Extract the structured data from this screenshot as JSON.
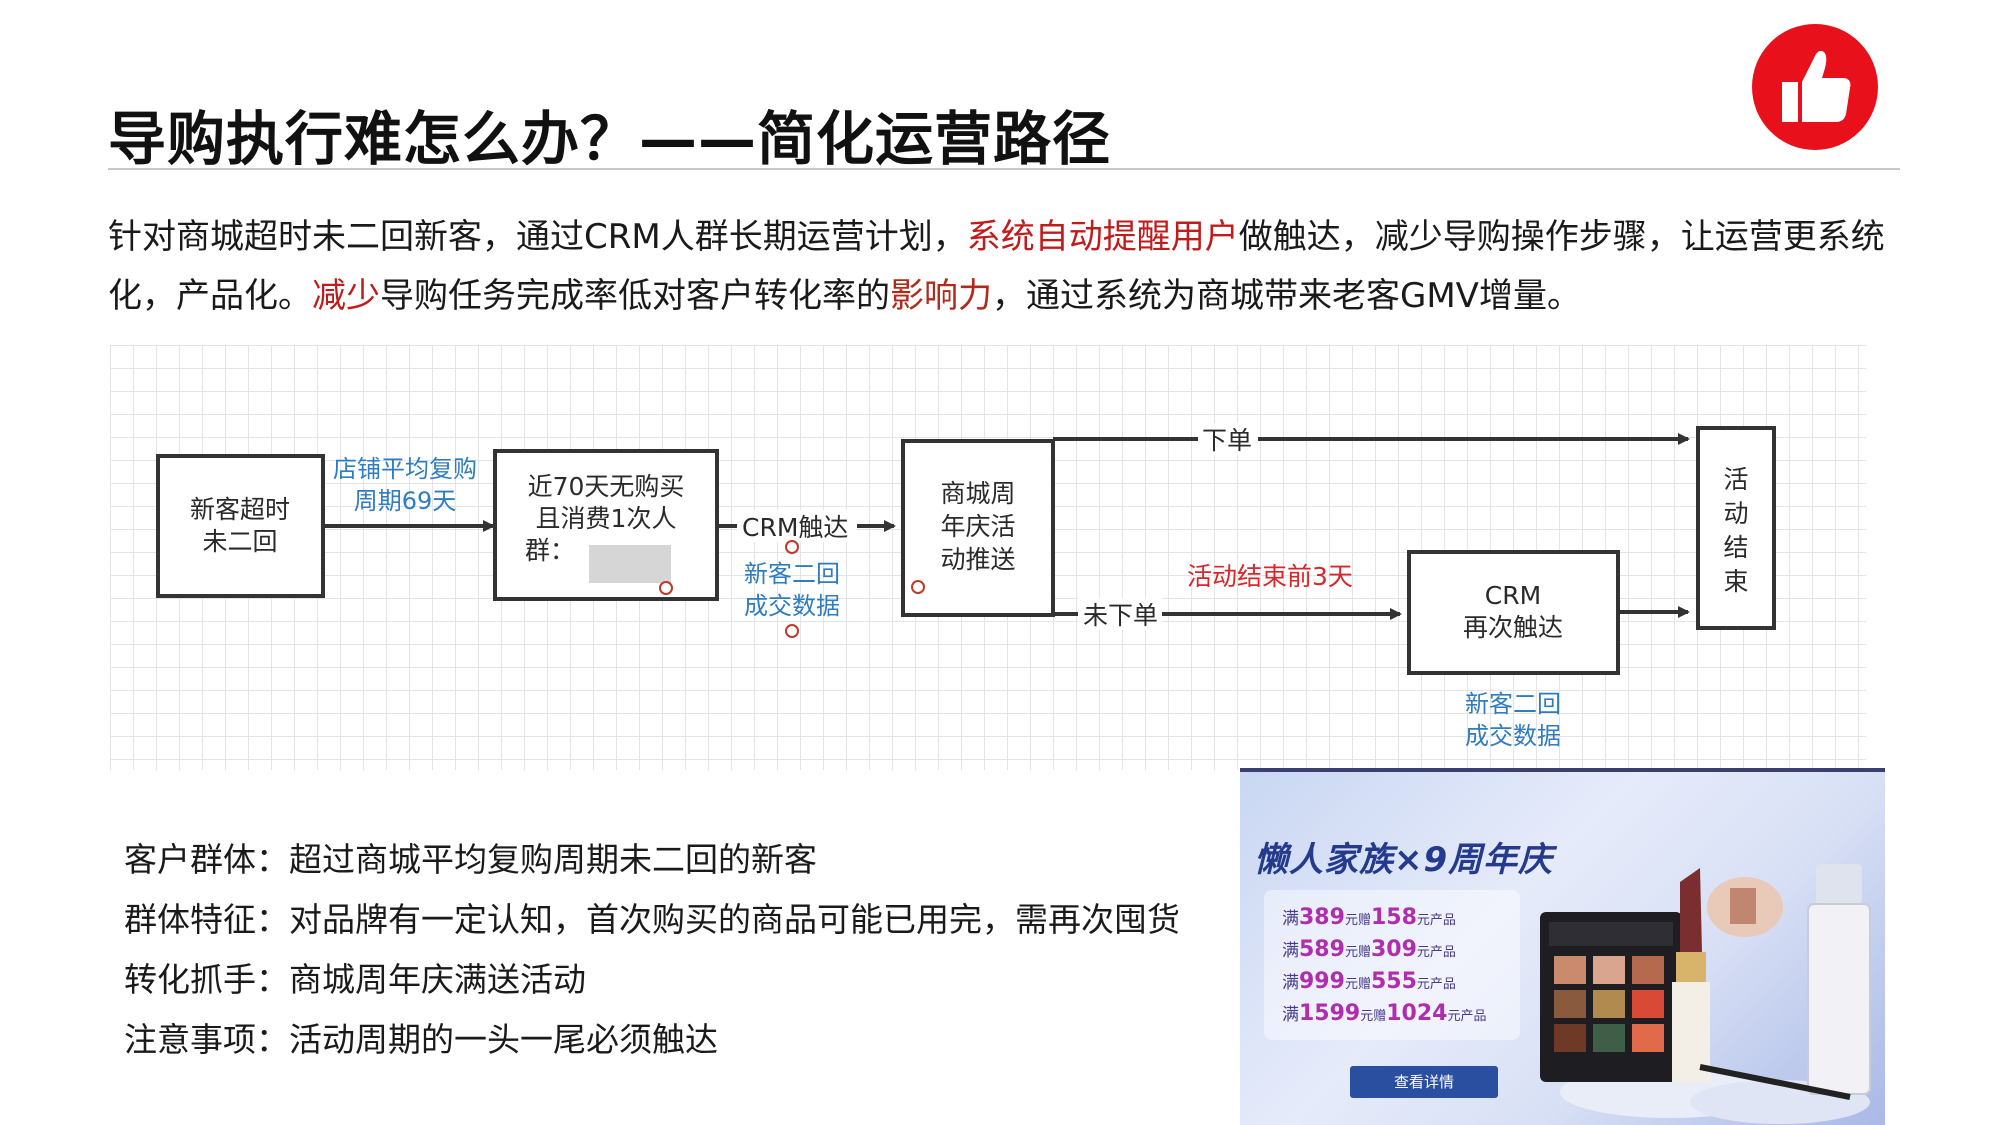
{
  "slide": {
    "title": "导购执行难怎么办？——简化运营路径"
  },
  "intro": {
    "part1": "针对商城超时未二回新客，通过CRM人群长期运营计划，",
    "highlight1": "系统自动提醒用户",
    "part2": "做触达，减少导购操作步骤，让运营更系统化，产品化。",
    "highlight2": "减少",
    "part3": "导购任务完成率低对客户转化率的",
    "highlight3": "影响力",
    "part4": "，通过系统为商城带来老客GMV增量。"
  },
  "flow": {
    "node1": [
      "新客超时",
      "未二回"
    ],
    "edge1": [
      "店铺平均复购",
      "周期69天"
    ],
    "node2": [
      "近70天无购买",
      "且消费1次人",
      "群："
    ],
    "edge2": "CRM触达",
    "note1": [
      "新客二回",
      "成交数据"
    ],
    "node3": [
      "商城周",
      "年庆活",
      "动推送"
    ],
    "edge_top": "下单",
    "edge_bottom": "未下单",
    "red_label": "活动结束前3天",
    "node4": [
      "CRM",
      "再次触达"
    ],
    "note2": [
      "新客二回",
      "成交数据"
    ],
    "node5": [
      "活",
      "动",
      "结",
      "束"
    ]
  },
  "bullets": [
    "客户群体：超过商城平均复购周期未二回的新客",
    "群体特征：对品牌有一定认知，首次购买的商品可能已用完，需再次囤货",
    "转化抓手：商城周年庆满送活动",
    "注意事项：活动周期的一头一尾必须触达"
  ],
  "promo": {
    "title": "懒人家族×9周年庆",
    "offers": [
      {
        "pre": "满",
        "a": "389",
        "mid": "元赠",
        "b": "158",
        "post": "元产品"
      },
      {
        "pre": "满",
        "a": "589",
        "mid": "元赠",
        "b": "309",
        "post": "元产品"
      },
      {
        "pre": "满",
        "a": "999",
        "mid": "元赠",
        "b": "555",
        "post": "元产品"
      },
      {
        "pre": "满",
        "a": "1599",
        "mid": "元赠",
        "b": "1024",
        "post": "元产品"
      }
    ],
    "button": "查看详情"
  },
  "icons": {
    "badge": "thumbs-up-icon"
  },
  "colors": {
    "accent_red": "#e8101a",
    "highlight_red": "#c01c1c",
    "note_blue": "#2f7cc0",
    "label_red": "#d8262a"
  }
}
